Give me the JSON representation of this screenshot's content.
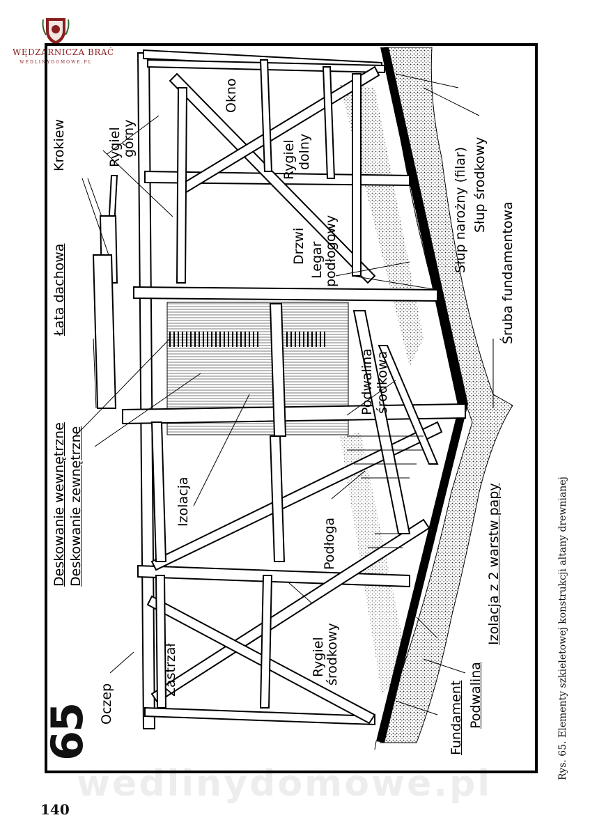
{
  "logo": {
    "brand": "WĘDZARNICZA BRAĆ",
    "domain": "WEDLINYDOMOWE.PL"
  },
  "figure_number": "65",
  "page_number": "140",
  "caption": "Rys. 65. Elementy szkieletowej konstrukcji altany drewnianej",
  "watermark": "wedlinydomowe.pl",
  "labels": {
    "okno": "Okno",
    "rygiel_gorny_1": "Rygiel",
    "rygiel_gorny_2": "górny",
    "krokiew": "Krokiew",
    "rygiel_dolny_1": "Rygiel",
    "rygiel_dolny_2": "dolny",
    "lata_dachowa": "Łata dachowa",
    "drzwi": "Drzwi",
    "legar_1": "Legar",
    "legar_2": "podłogowy",
    "deskowanie_wewnetrzne": "Deskowanie wewnętrzne",
    "deskowanie_zewnetrzne": "Deskowanie zewnętrzne",
    "izolacja": "Izolacja",
    "podwalina_srodkowa_1": "Podwalina",
    "podwalina_srodkowa_2": "środkowa",
    "podloga": "Podłoga",
    "oczep": "Oczep",
    "zastrzal": "Zastrzał",
    "rygiel_srodkowy_1": "Rygiel",
    "rygiel_srodkowy_2": "środkowy",
    "slup_narozny": "Słup narożny (filar)",
    "slup_srodkowy": "Słup środkowy",
    "sruba_fundamentowa": "Śruba fundamentowa",
    "izolacja_papy": "Izolacja z 2 warstw papy",
    "podwalina": "Podwalina",
    "fundament": "Fundament"
  }
}
